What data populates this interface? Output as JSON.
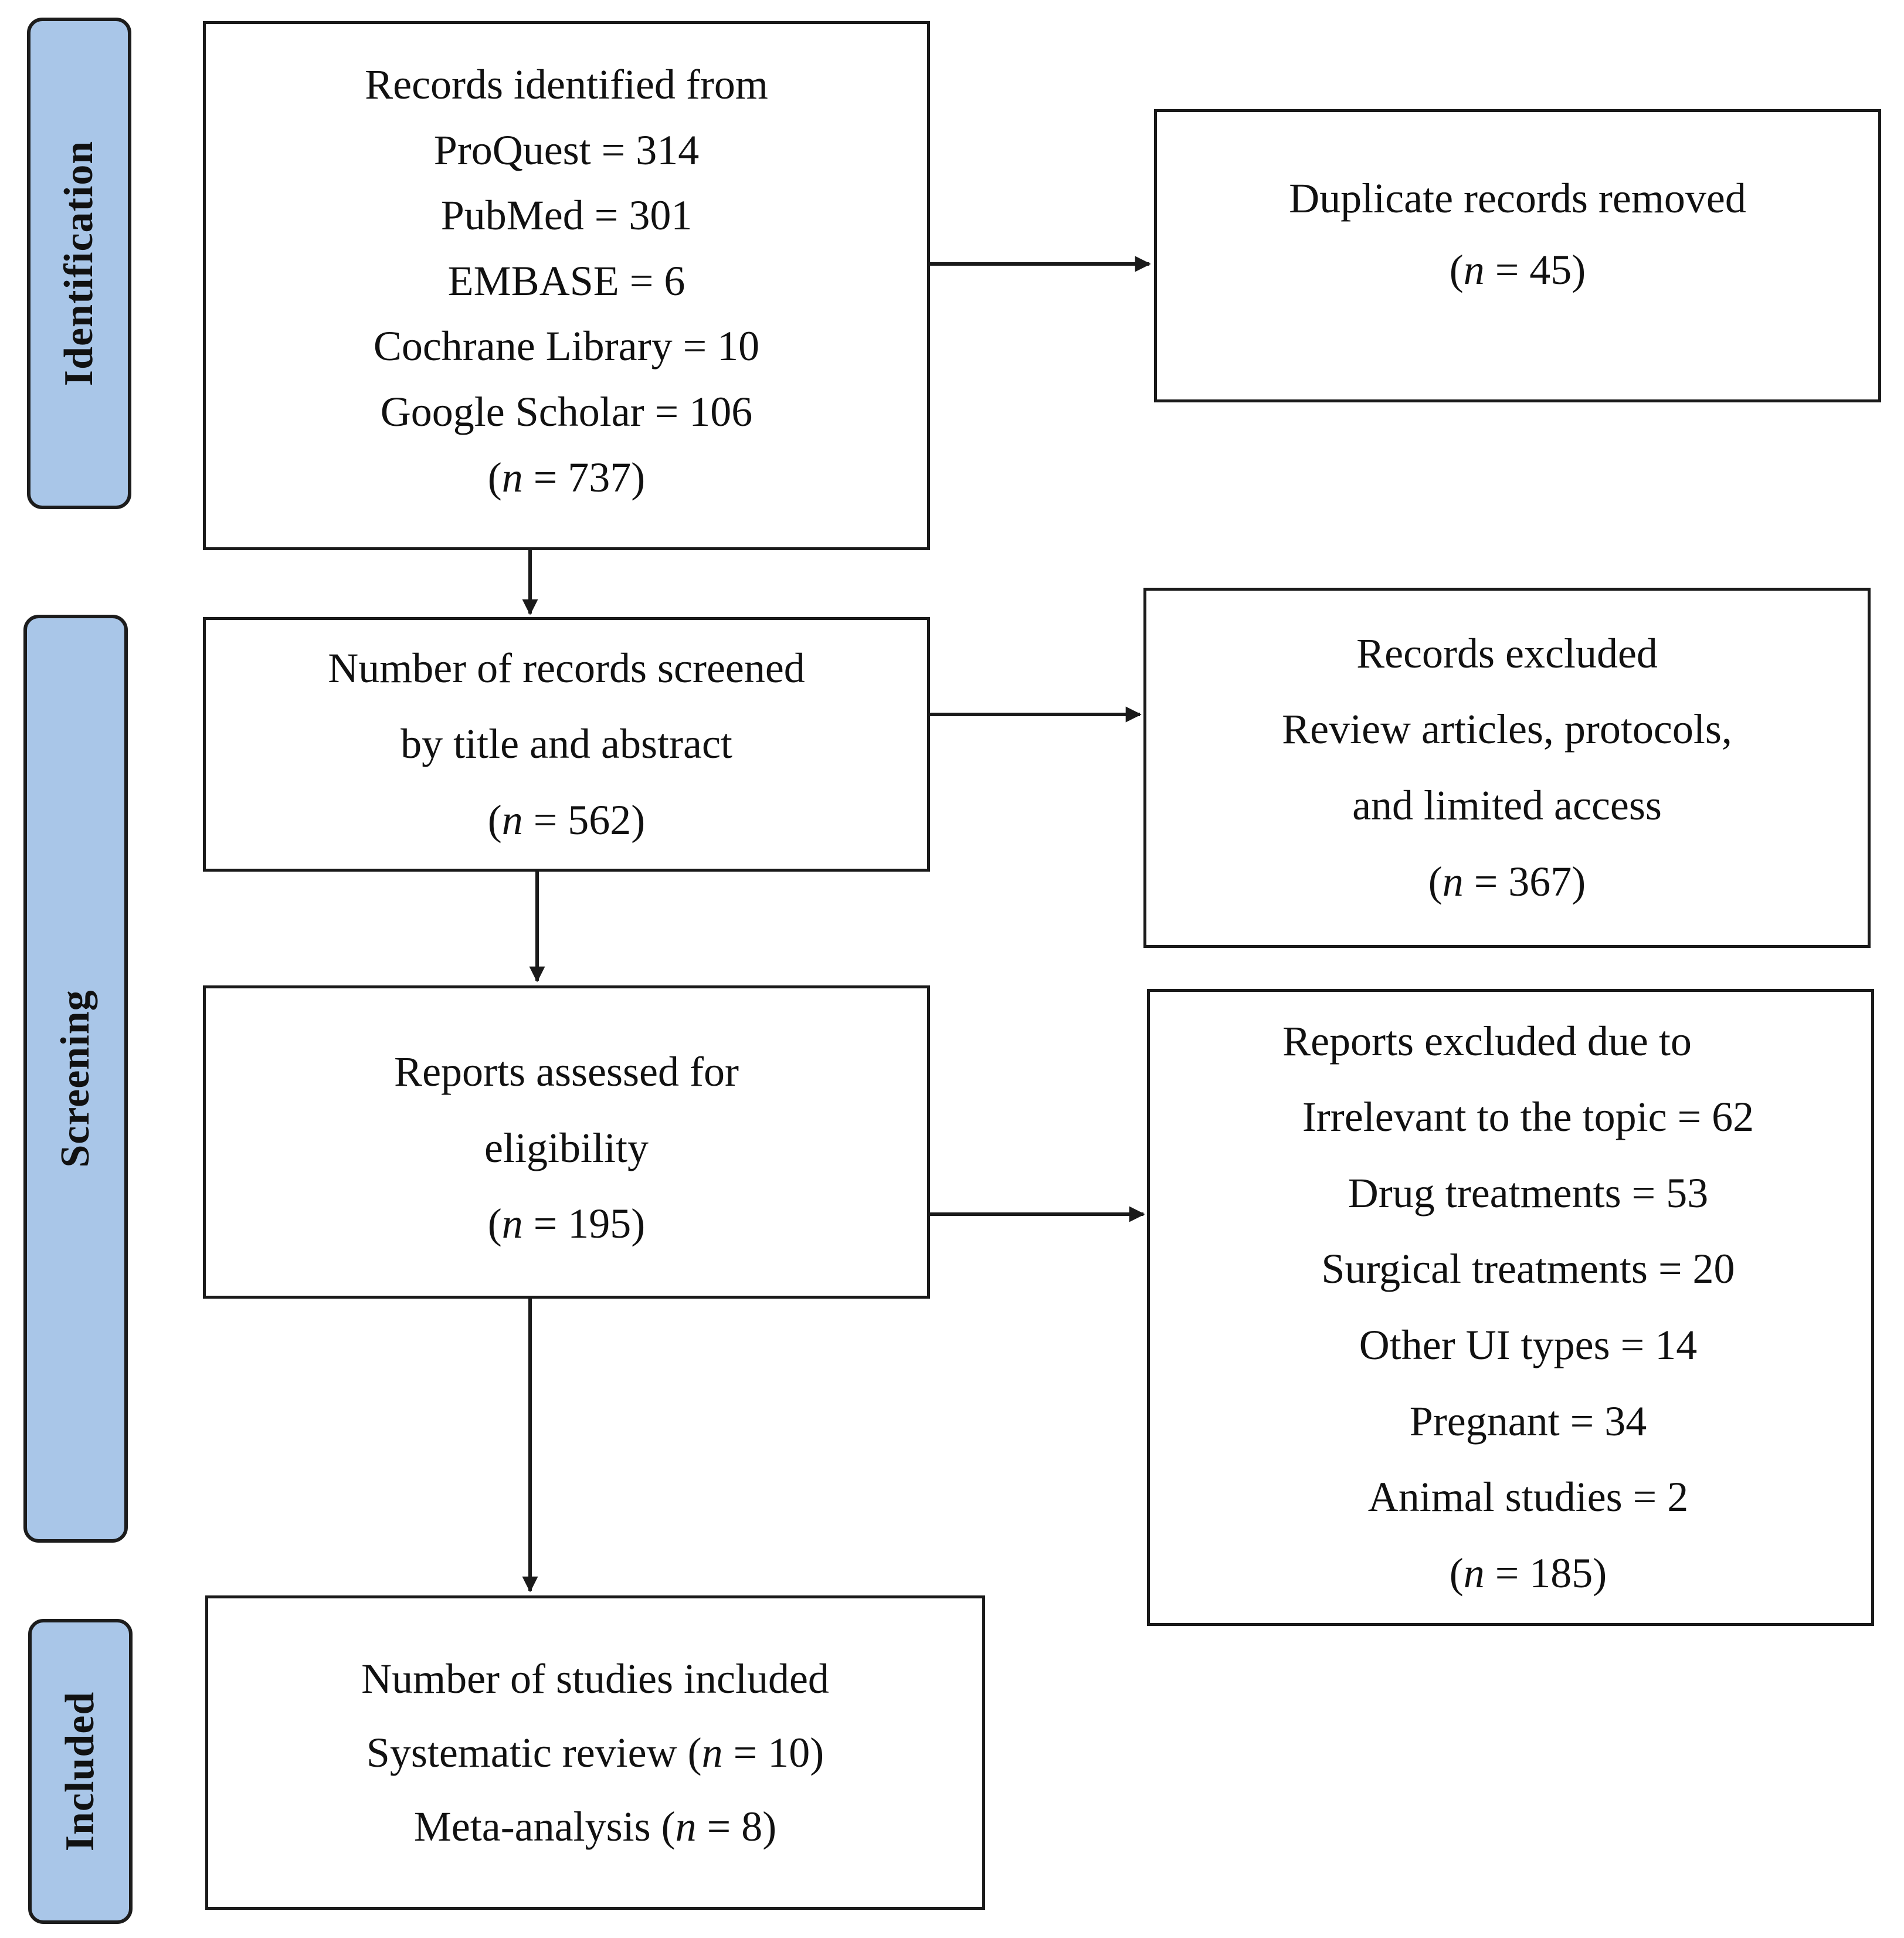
{
  "phases": {
    "identification": "Identification",
    "screening": "Screening",
    "included": "Included"
  },
  "records_identified": {
    "lines": [
      "Records identified from",
      "ProQuest = 314",
      "PubMed = 301",
      "EMBASE = 6",
      "Cochrane Library = 10",
      "Google Scholar = 106"
    ],
    "n": "737"
  },
  "duplicates_removed": {
    "lines": [
      "Duplicate records removed"
    ],
    "n": "45"
  },
  "records_screened": {
    "lines": [
      "Number of records screened",
      "by title and abstract"
    ],
    "n": "562"
  },
  "records_excluded": {
    "lines": [
      "Records excluded",
      "Review articles, protocols,",
      "and limited access"
    ],
    "n": "367"
  },
  "reports_assessed": {
    "lines": [
      "Reports assessed for",
      "eligibility"
    ],
    "n": "195"
  },
  "reports_excluded": {
    "lines": [
      "Reports excluded due to",
      "Irrelevant to the topic = 62",
      "Drug treatments = 53",
      "Surgical treatments = 20",
      "Other UI types = 14",
      "Pregnant = 34",
      "Animal studies = 2"
    ],
    "n": "185"
  },
  "studies_included": {
    "lines": [
      "Number of studies included"
    ],
    "systematic_review_label": "Systematic review",
    "systematic_review_n": "10",
    "meta_analysis_label": "Meta-analysis",
    "meta_analysis_n": "8"
  },
  "n_symbol": "n",
  "colors": {
    "phase_fill": "#a9c6e8",
    "stroke": "#1a1a1a"
  }
}
